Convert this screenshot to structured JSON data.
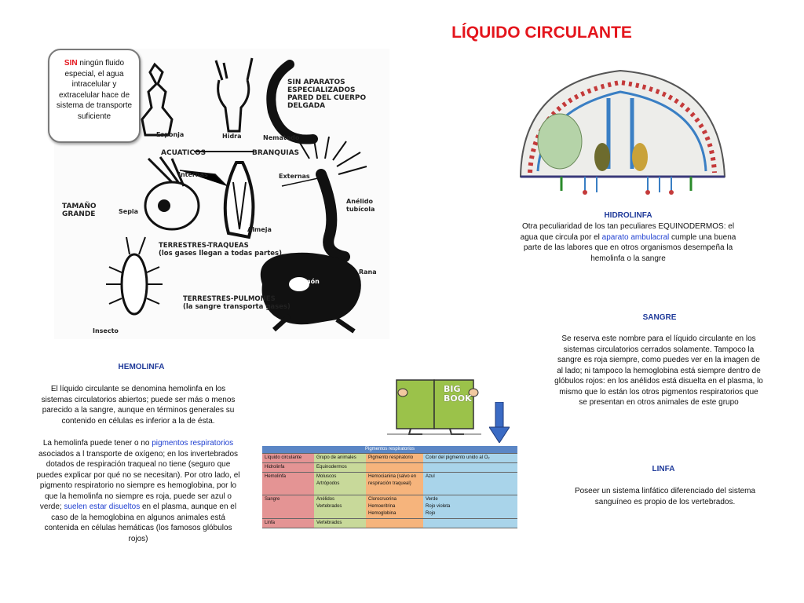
{
  "title": "LÍQUIDO CIRCULANTE",
  "sin_box": {
    "keyword": "SIN",
    "text": " ningún fluido especial, el agua intracelular  y extracelular hace de sistema de transporte suficiente"
  },
  "animals_figure": {
    "labels": {
      "esponja": "Esponja",
      "hidra": "Hidra",
      "nematodo": "Nematodo",
      "sin_aparatos": "SIN APARATOS\nESPECIALIZADOS\nPARED DEL CUERPO\nDELGADA",
      "acuaticos": "ACUATICOS",
      "branquias": "BRANQUIAS",
      "internas": "Internas",
      "externas": "Externas",
      "tamano_grande": "TAMAÑO\nGRANDE",
      "sepia": "Sepia",
      "almeja": "Almeja",
      "anelido": "Anélido\ntubícola",
      "traqueas": "TERRESTRES-TRAQUEAS\n(los gases llegan a todas partes)",
      "rana": "Rana",
      "pulmon": "Pulmón",
      "pulmones": "TERRESTRES-PULMONES\n(la sangre transporta gases)",
      "insecto": "Insecto"
    }
  },
  "hemolinfa": {
    "title": "HEMOLINFA",
    "p1": "El líquido circulante se denomina hemolinfa en los sistemas circulatorios abiertos; puede ser más o menos parecido a la sangre, aunque en términos generales su contenido en células es inferior a la de ésta.",
    "p2_a": "La hemolinfa puede tener o no ",
    "p2_link1": "pigmentos respiratorios",
    "p2_b": " asociados a l transporte de oxígeno; en los invertebrados dotados de respiración traqueal no tiene (seguro que puedes explicar por qué no se necesitan). Por otro lado, el pigmento respiratorio no siempre es hemoglobina, por lo que la hemolinfa no siempre es roja, puede ser azul o verde; ",
    "p2_link2": "suelen estar disueltos",
    "p2_c": " en el plasma, aunque en el caso de la hemoglobina  en algunos animales está contenida en células hemáticas (los famosos glóbulos rojos)"
  },
  "hidrolinfa": {
    "title": "HIDROLINFA",
    "text_a": "Otra peculiaridad de los tan peculiares EQUINODERMOS: el agua que circula por el ",
    "link": "aparato ambulacral",
    "text_b": " cumple una buena parte de las labores que en otros organismos desempeña la hemolinfa o la sangre"
  },
  "sangre": {
    "title": "SANGRE",
    "text": "Se reserva este nombre para el líquido circulante en los sistemas circulatorios cerrados solamente. Tampoco la sangre es roja siempre, como puedes ver en la imagen de al lado; ni tampoco la hemoglobina está siempre dentro de glóbulos rojos: en los anélidos está disuelta en el plasma, lo mismo que lo están los otros pigmentos respiratorios que se presentan en  otros animales de este grupo"
  },
  "linfa": {
    "title": "LINFA",
    "text": "Poseer un sistema linfático diferenciado del sistema sanguíneo es propio de los vertebrados."
  },
  "big_book": {
    "line1": "BIG",
    "line2": "BOOK"
  },
  "pigment_table": {
    "caption": "Pigmentos respiratorios",
    "headers": [
      "Líquido circulante",
      "Grupo de animales",
      "Pigmento respiratorio",
      "Color del pigmento unido al O₂"
    ],
    "rows": [
      [
        "Hidrolinfa",
        "Equinodermos",
        "",
        ""
      ],
      [
        "Hemolinfa",
        "Moluscos\nArtrópodos",
        "Hemocianina (salvo en respiración traqueal)",
        "Azul"
      ],
      [
        "Sangre",
        "Anélidos\nVertebrados",
        "Clorocruorina\nHemoeritrina\nHemoglobina",
        "Verde\nRojo violeta\nRojo"
      ],
      [
        "Linfa",
        "Vertebrados",
        "",
        ""
      ]
    ]
  },
  "colors": {
    "title": "#e4151c",
    "section_title": "#1f3a9a",
    "link": "#1f3fd0"
  }
}
